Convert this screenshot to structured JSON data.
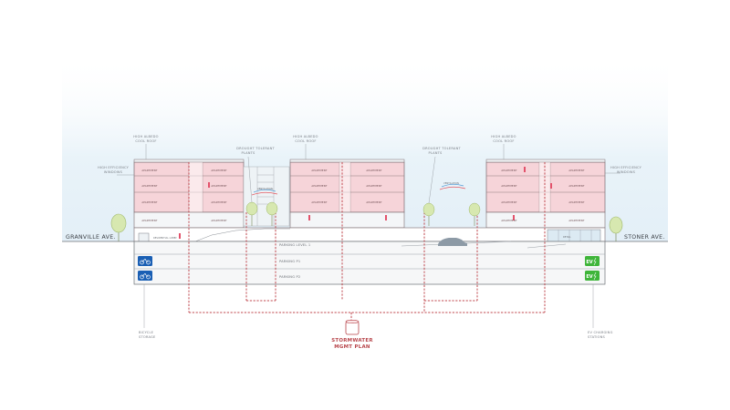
{
  "streets": {
    "left": "GRANVILLE AVE.",
    "right": "STONER AVE."
  },
  "callouts": {
    "roof_left": [
      "HIGH ALBEDO",
      "COOL ROOF"
    ],
    "roof_mid": [
      "HIGH ALBEDO",
      "COOL ROOF"
    ],
    "roof_right": [
      "HIGH ALBEDO",
      "COOL ROOF"
    ],
    "plants_left": [
      "DROUGHT TOLERANT",
      "PLANTS"
    ],
    "plants_right": [
      "DROUGHT TOLERANT",
      "PLANTS"
    ],
    "windows_left": [
      "HIGH EFFICIENCY",
      "WINDOWS"
    ],
    "windows_right": [
      "HIGH EFFICIENCY",
      "WINDOWS"
    ],
    "bicycle": [
      "BICYCLE",
      "STORAGE"
    ],
    "ev": [
      "EV CHARGING",
      "STATIONS"
    ]
  },
  "storm": [
    "STORMWATER",
    "MGMT PLAN"
  ],
  "unit_label": "APARTMENT",
  "parking": {
    "l1": "PARKING LEVEL 1",
    "p1": "PARKING P1",
    "p2": "PARKING P2"
  },
  "misc": {
    "residential_lobby": "RESIDENTIAL LOBBY",
    "ventilation": "VENTILATION",
    "retail": "RETAIL",
    "ev_badge": "EV"
  },
  "colors": {
    "apartment_fill": "#f6d4d9",
    "accent_red": "#c0484f",
    "sky": "#e8f2f8",
    "bike_blue": "#1a5fb4",
    "ev_green": "#3fb53a"
  }
}
